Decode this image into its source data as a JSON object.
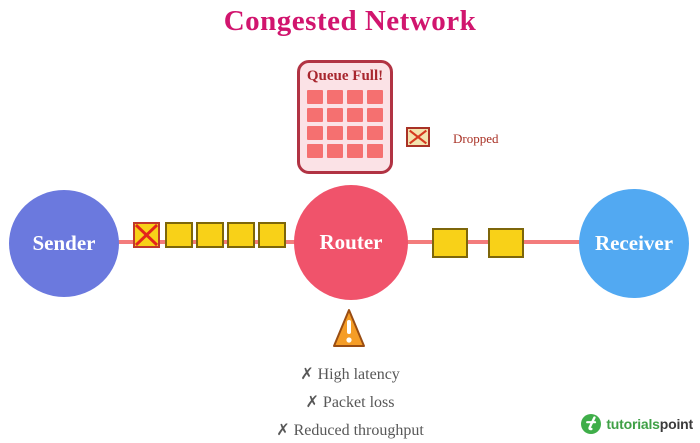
{
  "title": "Congested Network",
  "queue_box": {
    "label": "Queue Full!",
    "rows": 4,
    "cols": 4,
    "cell_count": 16
  },
  "legend": {
    "label": "Dropped"
  },
  "nodes": {
    "sender": "Sender",
    "router": "Router",
    "receiver": "Receiver"
  },
  "packets": {
    "dropped_count": 1,
    "left_count": 4,
    "right_count": 2
  },
  "issues": [
    "✗ High latency",
    "✗ Packet loss",
    "✗ Reduced throughput"
  ],
  "logo": {
    "brand_primary": "tutorials",
    "brand_secondary": "point"
  },
  "colors": {
    "title": "#d1156e",
    "sender_fill": "#6b79de",
    "router_fill": "#f0536b",
    "receiver_fill": "#52a9f2",
    "link_line": "#f37c7c",
    "packet_fill": "#f8d118",
    "packet_border": "#7d660a",
    "queue_bg": "#fbe2e6",
    "queue_border": "#b13343",
    "queue_cell": "#f57070",
    "queue_text": "#a8262e",
    "dropped_x": "#d63a20",
    "legend_text": "#a93226",
    "warning_fill": "#f59d27",
    "issue_text": "#575757",
    "logo_green": "#3fa046"
  }
}
